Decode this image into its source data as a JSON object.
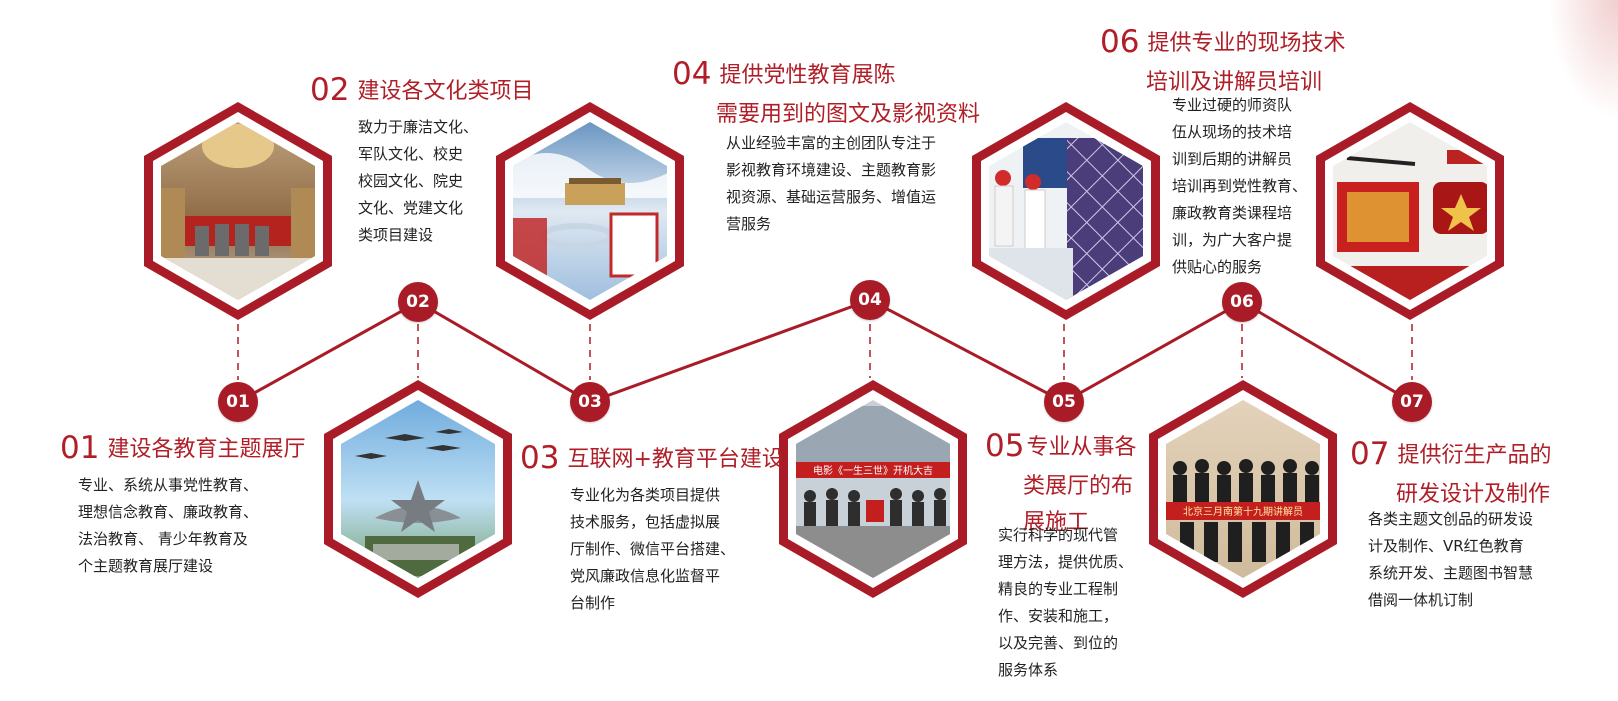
{
  "colors": {
    "accent": "#a91b26",
    "title": "#b01e27",
    "text": "#222222"
  },
  "items": [
    {
      "num": "01",
      "title": "建设各教育主题展厅",
      "lines": [
        "专业、系统从事党性教育、",
        "理想信念教育、廉政教育、",
        "法治教育、  青少年教育及",
        "个主题教育展厅建设"
      ],
      "image": "exhibition-hall-photo"
    },
    {
      "num": "02",
      "title": "建设各文化类项目",
      "lines": [
        "致力于廉洁文化、",
        "军队文化、校史",
        "校园文化、院史",
        "文化、党建文化",
        "类项目建设"
      ],
      "image": "party-culture-hall-photo"
    },
    {
      "num": "03",
      "title": "互联网+教育平台建设",
      "lines": [
        "专业化为各类项目提供",
        "技术服务，包括虚拟展",
        "厅制作、微信平台搭建、",
        "党风廉政信息化监督平",
        "台制作"
      ],
      "image": "virtual-hall-render"
    },
    {
      "num": "04",
      "title": "提供党性教育展陈",
      "title2": "需要用到的图文及影视资料",
      "lines": [
        "从业经验丰富的主创团队专注于",
        "影视教育环境建设、主题教育影",
        "视资源、基础运营服务、增值运",
        "营服务"
      ],
      "image": "film-crew-photo",
      "photo_text": "电影《一生三世》开机大吉"
    },
    {
      "num": "05",
      "title": "专业从事各",
      "title2": "类展厅的布",
      "title3": "展施工",
      "lines": [
        "实行科学的现代管",
        "理方法，提供优质、",
        "精良的专业工程制",
        "作、安装和施工，",
        "以及完善、到位的",
        "服务体系"
      ],
      "image": "construction-photo"
    },
    {
      "num": "06",
      "title": "提供专业的现场技术",
      "title2": "培训及讲解员培训",
      "lines": [
        "专业过硬的师资队",
        "伍从现场的技术培",
        "训到后期的讲解员",
        "培训再到党性教育、",
        "廉政教育类课程培",
        "训，为广大客户提",
        "供贴心的服务"
      ],
      "image": "guide-training-photo",
      "photo_text": "北京三月南第十九期讲解员"
    },
    {
      "num": "07",
      "title": "提供衍生产品的",
      "title2": "研发设计及制作",
      "lines": [
        "各类主题文创品的研发设",
        "计及制作、VR红色教育",
        "系统开发、主题图书智慧",
        "借阅一体机订制"
      ],
      "image": "cultural-products-photo"
    }
  ]
}
